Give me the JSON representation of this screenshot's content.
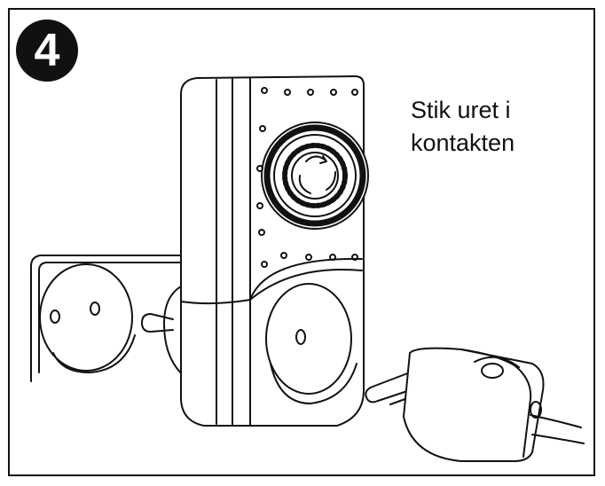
{
  "step": {
    "number": "4"
  },
  "caption": {
    "line1": "Stik uret i",
    "line2": "kontakten"
  },
  "icons": [
    "wall-socket",
    "timer-plug",
    "power-plug"
  ],
  "colors": {
    "stroke": "#111111",
    "background": "#ffffff"
  }
}
